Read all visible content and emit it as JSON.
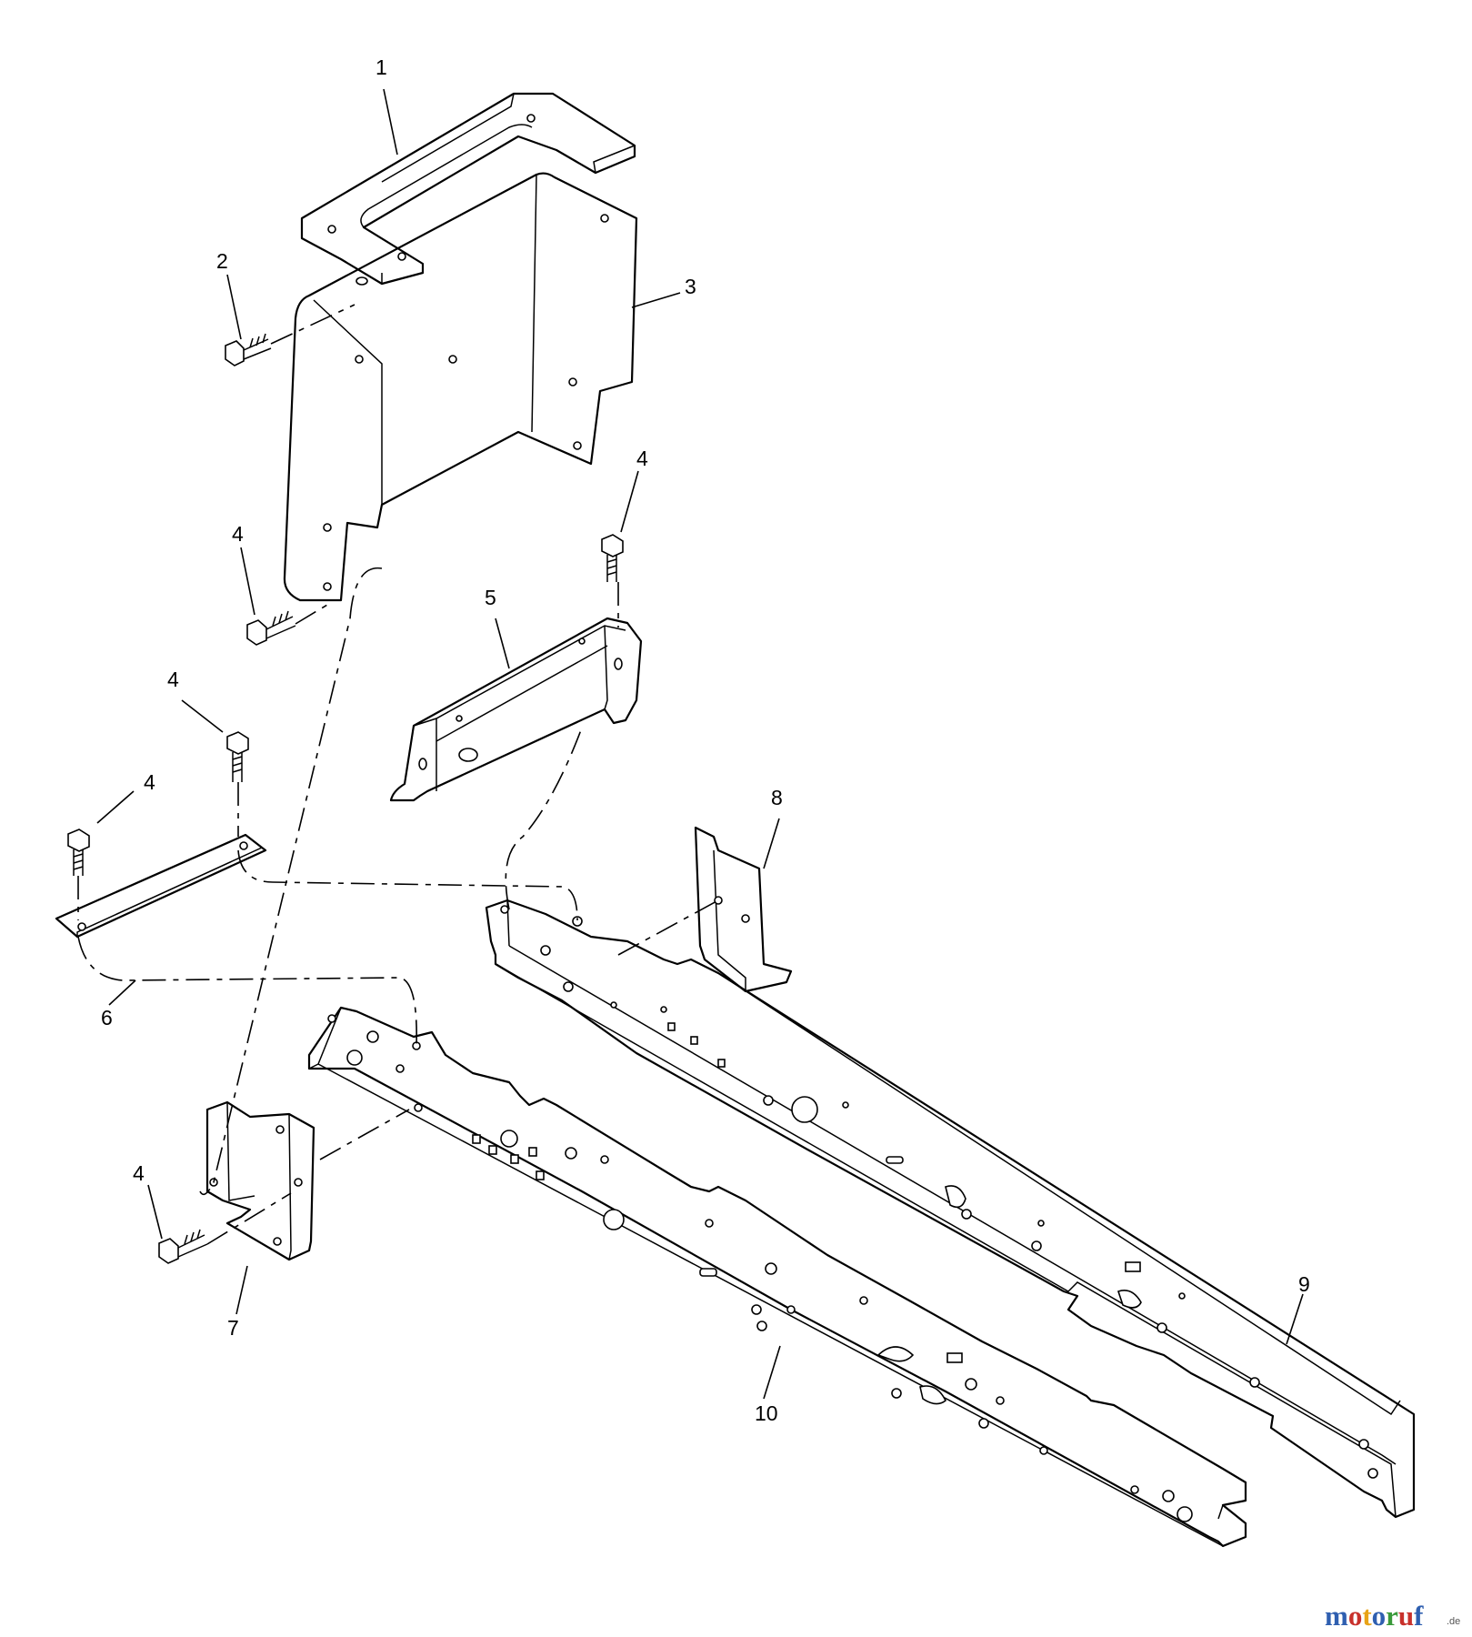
{
  "callouts": {
    "c1": "1",
    "c2": "2",
    "c3": "3",
    "c4a": "4",
    "c4b": "4",
    "c4c": "4",
    "c4d": "4",
    "c4e": "4",
    "c5": "5",
    "c6": "6",
    "c7": "7",
    "c8": "8",
    "c9": "9",
    "c10": "10"
  },
  "watermark": {
    "letters": [
      "m",
      "o",
      "t",
      "o",
      "r",
      "u",
      "f"
    ],
    "letter_colors": [
      "#2f5fb0",
      "#c8312c",
      "#e8a317",
      "#2f5fb0",
      "#3a9a3a",
      "#c8312c",
      "#2f5fb0"
    ],
    "suffix": ".de"
  },
  "colors": {
    "line": "#000000",
    "background": "#ffffff"
  }
}
